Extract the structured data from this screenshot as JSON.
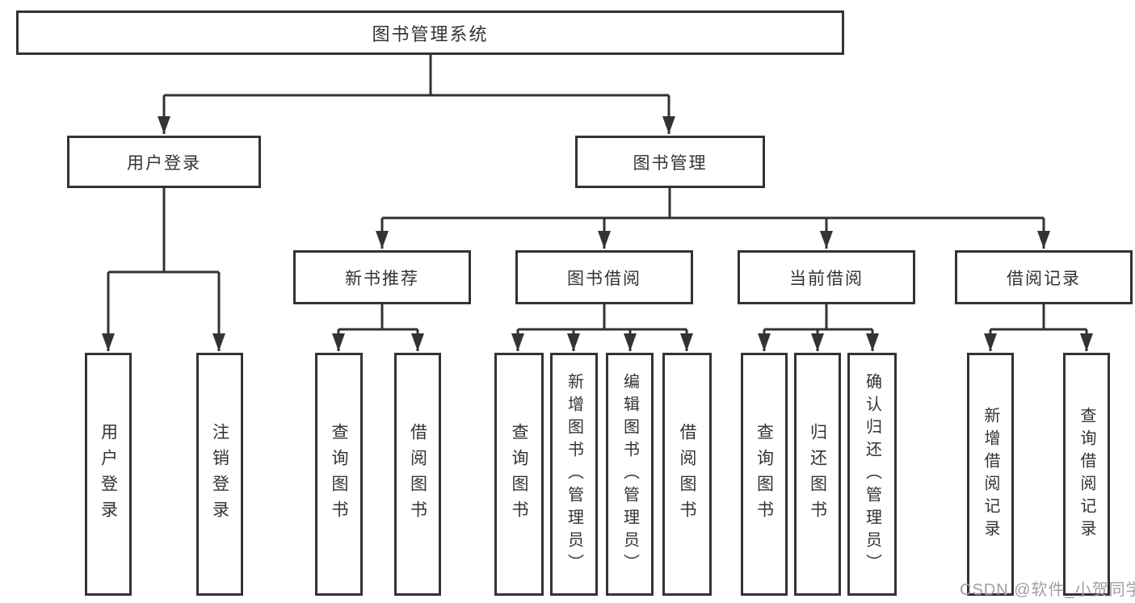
{
  "diagram": {
    "title": "图书管理系统",
    "type": "hierarchy-tree",
    "colors": {
      "line": "#333333",
      "box_border": "#333333",
      "text": "#333333",
      "background": "#ffffff",
      "watermark": "#9f9f9f"
    },
    "nodes": {
      "root": {
        "label": "图书管理系统"
      },
      "user_login": {
        "label": "用户登录"
      },
      "book_management": {
        "label": "图书管理"
      },
      "new_book_recommend": {
        "label": "新书推荐"
      },
      "book_borrowing": {
        "label": "图书借阅"
      },
      "current_borrowing": {
        "label": "当前借阅"
      },
      "borrowing_records": {
        "label": "借阅记录"
      },
      "leaf_user_login": {
        "label": "用户登录"
      },
      "leaf_logout": {
        "label": "注销登录"
      },
      "leaf_query_books_1": {
        "label": "查询图书"
      },
      "leaf_borrow_books_1": {
        "label": "借阅图书"
      },
      "leaf_query_books_2": {
        "label": "查询图书"
      },
      "leaf_add_book_admin": {
        "label": "新增图书（管理员）"
      },
      "leaf_edit_book_admin": {
        "label": "编辑图书（管理员）"
      },
      "leaf_borrow_books_2": {
        "label": "借阅图书"
      },
      "leaf_query_books_3": {
        "label": "查询图书"
      },
      "leaf_return_books": {
        "label": "归还图书"
      },
      "leaf_confirm_return_admin": {
        "label": "确认归还（管理员）"
      },
      "leaf_add_borrow_record": {
        "label": "新增借阅记录"
      },
      "leaf_query_borrow_record": {
        "label": "查询借阅记录"
      }
    },
    "hierarchy": {
      "root": [
        "user_login",
        "book_management"
      ],
      "user_login": [
        "leaf_user_login",
        "leaf_logout"
      ],
      "book_management": [
        "new_book_recommend",
        "book_borrowing",
        "current_borrowing",
        "borrowing_records"
      ],
      "new_book_recommend": [
        "leaf_query_books_1",
        "leaf_borrow_books_1"
      ],
      "book_borrowing": [
        "leaf_query_books_2",
        "leaf_add_book_admin",
        "leaf_edit_book_admin",
        "leaf_borrow_books_2"
      ],
      "current_borrowing": [
        "leaf_query_books_3",
        "leaf_return_books",
        "leaf_confirm_return_admin"
      ],
      "borrowing_records": [
        "leaf_add_borrow_record",
        "leaf_query_borrow_record"
      ]
    },
    "watermark": "CSDN @软件_小贺同学"
  }
}
